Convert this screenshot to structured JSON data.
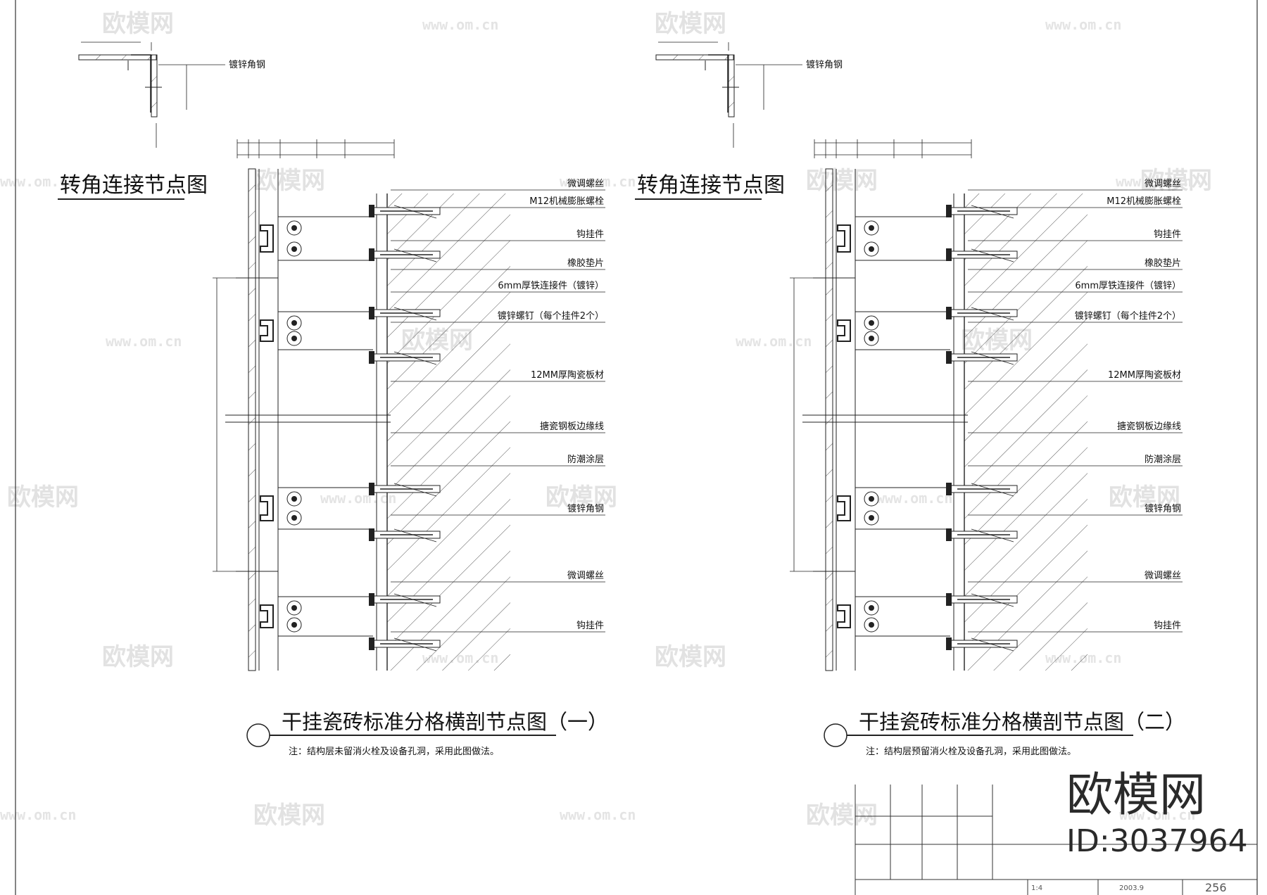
{
  "watermark": {
    "brand": "欧模网",
    "url": "www.om.cn",
    "id": "ID:3037964"
  },
  "sheets": [
    {
      "corner_title": "转角连接节点图",
      "corner_label": "镀锌角钢",
      "title": "干挂瓷砖标准分格横剖节点图（一）",
      "note": "注：结构层未留消火栓及设备孔洞，采用此图做法。",
      "labels": [
        "微调螺丝",
        "M12机械膨胀螺栓",
        "钩挂件",
        "橡胶垫片",
        "6mm厚铁连接件（镀锌）",
        "镀锌螺钉（每个挂件2个）",
        "12MM厚陶瓷板材",
        "搪瓷钢板边缘线",
        "防潮涂层",
        "镀锌角钢",
        "微调螺丝",
        "钩挂件"
      ]
    },
    {
      "corner_title": "转角连接节点图",
      "corner_label": "镀锌角钢",
      "title": "干挂瓷砖标准分格横剖节点图（二）",
      "note": "注：结构层预留消火栓及设备孔洞，采用此图做法。",
      "labels": [
        "微调螺丝",
        "M12机械膨胀螺栓",
        "钩挂件",
        "橡胶垫片",
        "6mm厚铁连接件（镀锌）",
        "镀锌螺钉（每个挂件2个）",
        "12MM厚陶瓷板材",
        "搪瓷钢板边缘线",
        "防潮涂层",
        "镀锌角钢",
        "微调螺丝",
        "钩挂件"
      ]
    }
  ],
  "title_block": {
    "scale": "1:4",
    "date": "2003.9",
    "page": "256"
  }
}
